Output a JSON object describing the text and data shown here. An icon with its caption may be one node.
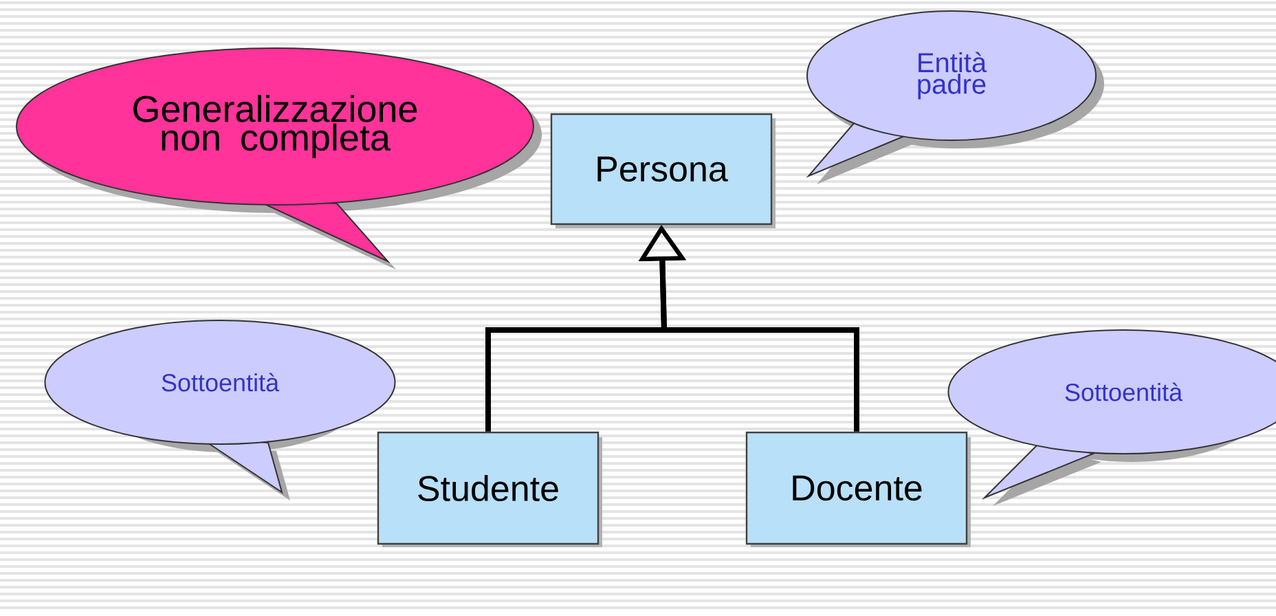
{
  "diagram": {
    "nodes": [
      {
        "text": [
          "Generalizzazione non completa"
        ]
      },
      {
        "text": [
          "Persona"
        ]
      },
      {
        "text": [
          "Entità padre"
        ]
      },
      {
        "text": [
          "Sottoentità"
        ]
      },
      {
        "text": [
          "Studente"
        ]
      },
      {
        "text": [
          "Docente"
        ]
      },
      {
        "text": [
          "Sottoentità"
        ]
      }
    ],
    "edges": [
      {
        "from": 4,
        "to": 1,
        "arrow": "to"
      },
      {
        "from": 5,
        "to": 1,
        "arrow": "to"
      }
    ]
  }
}
